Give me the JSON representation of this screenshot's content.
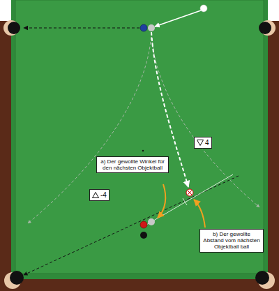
{
  "diagram": {
    "nodes": [
      {
        "text": [
          "-4"
        ]
      },
      {
        "text": [
          "4"
        ]
      },
      {
        "text": [
          "a) Der gewollte Winkel für den nächsten Objektball"
        ]
      },
      {
        "text": [
          "b) Der gewollte Abstand vom nächsten Objektball ball"
        ]
      }
    ]
  }
}
